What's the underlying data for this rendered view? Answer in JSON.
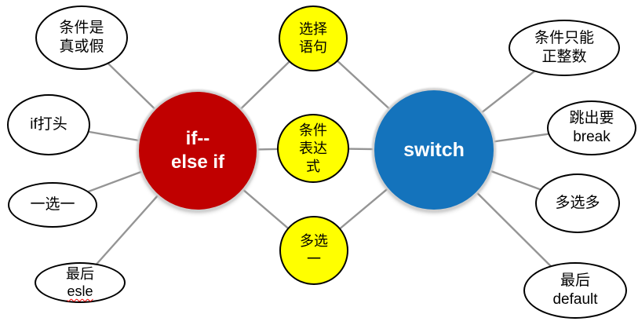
{
  "map": {
    "left_hub": {
      "label": "if--\nelse if"
    },
    "right_hub": {
      "label": "switch"
    },
    "shared_nodes": [
      {
        "label": "选择\n语句"
      },
      {
        "label": "条件\n表达\n式"
      },
      {
        "label": "多选\n一"
      }
    ],
    "left_features": [
      {
        "label": "条件是\n真或假"
      },
      {
        "label": "if打头"
      },
      {
        "label": "一选一"
      },
      {
        "label": "最后",
        "label2": "esle"
      }
    ],
    "right_features": [
      {
        "label": "条件只能\n正整数"
      },
      {
        "label": "跳出要\nbreak"
      },
      {
        "label": "多选多"
      },
      {
        "label": "最后\ndefault"
      }
    ]
  },
  "colors": {
    "if_hub": "#C00000",
    "switch_hub": "#1473BC",
    "shared_node": "#FFFF00",
    "feature_node": "#FFFFFF",
    "connector": "#959595",
    "outline": "#000000",
    "hub_text": "#FFFFFF",
    "node_text": "#000000",
    "misspell": "#FF0000",
    "background": "#FFFFFF"
  }
}
